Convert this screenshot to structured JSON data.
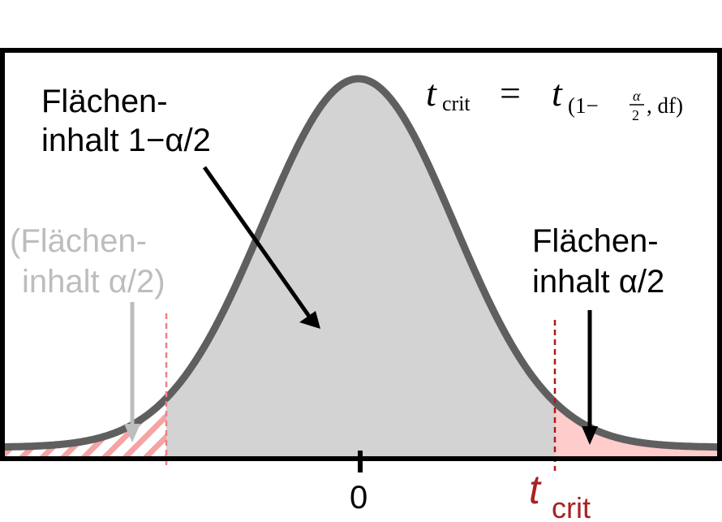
{
  "labels": {
    "center_area_line1": "Flächen-",
    "center_area_line2": "inhalt 1−α/2",
    "left_area_line1": "(Flächen-",
    "left_area_line2": "inhalt α/2)",
    "right_area_line1": "Flächen-",
    "right_area_line2": "inhalt α/2",
    "tick_zero": "0",
    "tcrit_t": "t",
    "tcrit_sub": "crit"
  },
  "formula": {
    "lhs_t": "t",
    "lhs_sub": "crit",
    "equals": "=",
    "rhs_t": "t",
    "sub_open": "(1−",
    "frac_num": "α",
    "frac_den": "2",
    "sub_rest": ", df)"
  },
  "colors": {
    "curve": "#5f5f5f",
    "fill_center": "#d3d3d3",
    "fill_right_tail": "#ffcccc",
    "hatch_left_tail": "#f5a3a3",
    "dashed_left": "#f08080",
    "dashed_right": "#b01818",
    "tcrit_text": "#a82222",
    "faded_text": "#bdbdbd",
    "arrow": "#000000"
  }
}
